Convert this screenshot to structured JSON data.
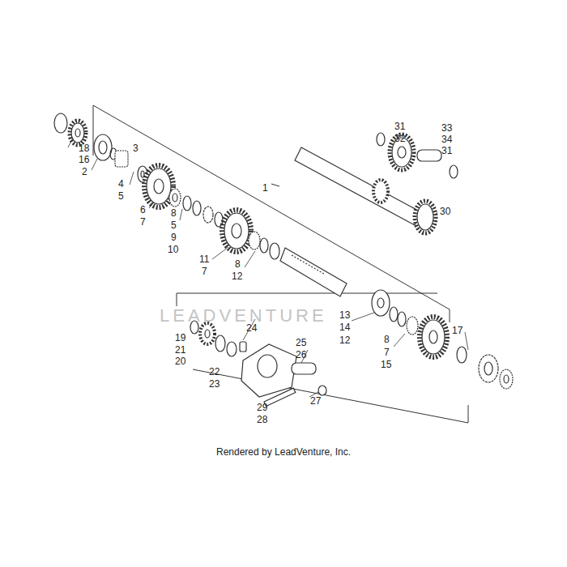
{
  "diagram": {
    "caption": "Rendered by LeadVenture, Inc.",
    "labels": [
      "1",
      "18",
      "16",
      "2",
      "3",
      "4",
      "5",
      "6",
      "7",
      "8",
      "5",
      "9",
      "10",
      "11",
      "7",
      "8",
      "12",
      "13",
      "14",
      "12",
      "8",
      "7",
      "15",
      "17",
      "19",
      "21",
      "20",
      "24",
      "22",
      "23",
      "25",
      "26",
      "27",
      "29",
      "28",
      "30",
      "31",
      "32",
      "33",
      "34",
      "31",
      "LEADVENTURE"
    ]
  }
}
